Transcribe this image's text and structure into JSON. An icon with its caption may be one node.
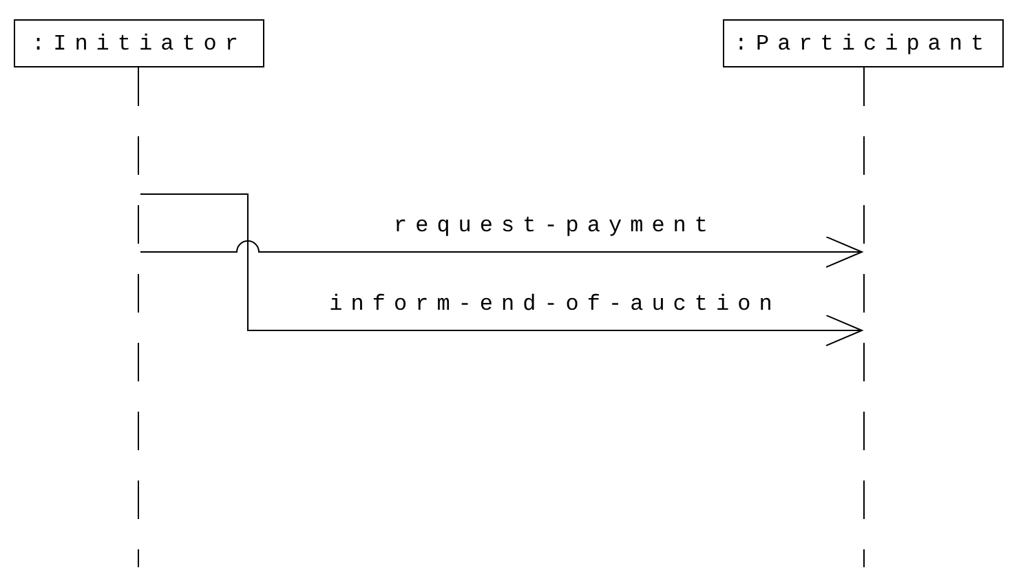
{
  "diagram": {
    "nodes": [
      {
        "text": [
          ":Initiator"
        ]
      },
      {
        "text": [
          ":Participant"
        ]
      },
      {
        "text": [],
        "shape": "line"
      },
      {
        "text": [],
        "shape": "line"
      }
    ],
    "edges": [
      {
        "from": 2,
        "to": 3,
        "arrow": "to",
        "label": "request-payment"
      },
      {
        "from": 2,
        "to": 3,
        "arrow": "to",
        "label": "inform-end-of-auction"
      }
    ]
  }
}
